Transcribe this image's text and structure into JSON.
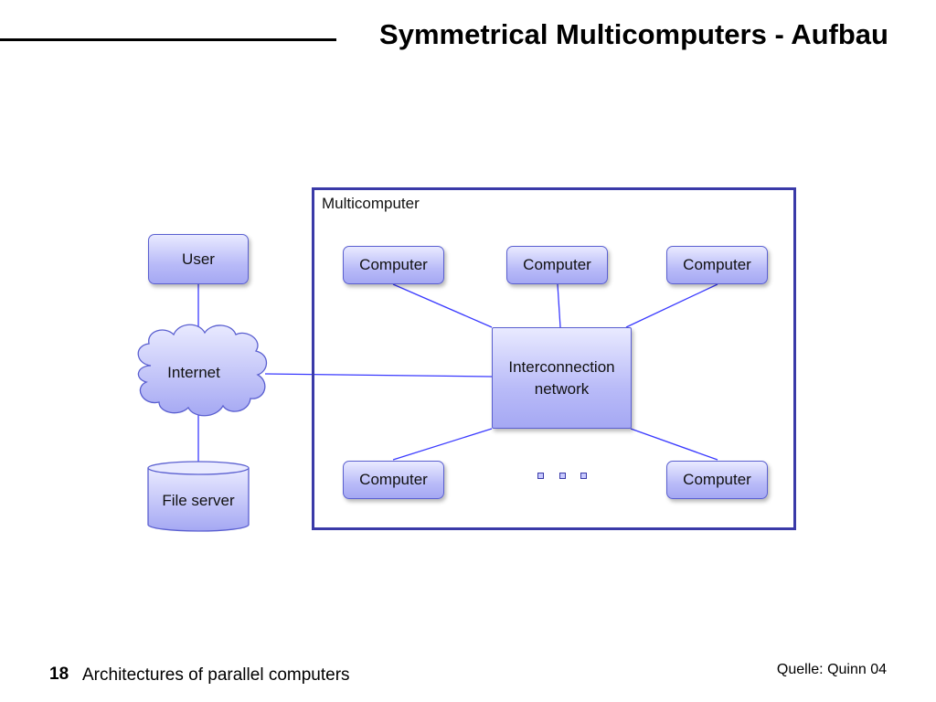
{
  "title": "Symmetrical Multicomputers - Aufbau",
  "diagram": {
    "multicomputer_label": "Multicomputer",
    "user": "User",
    "internet": "Internet",
    "file_server": "File server",
    "computers": [
      "Computer",
      "Computer",
      "Computer",
      "Computer",
      "Computer"
    ],
    "interconnect": [
      "Interconnection",
      "network"
    ]
  },
  "footer": {
    "page_number": "18",
    "course": "Architectures of parallel computers",
    "source": "Quelle: Quinn 04"
  },
  "colors": {
    "frame": "#3a3aa8",
    "node_fill": "#b9bbf8",
    "line": "#3a3aff"
  }
}
